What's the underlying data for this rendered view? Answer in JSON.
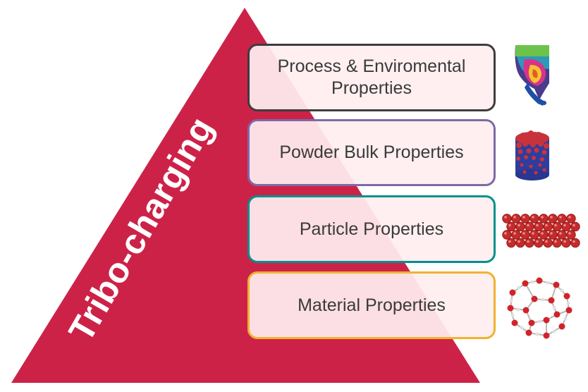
{
  "diagram": {
    "title": "Tribo-charging",
    "accent_color": "#cd2248",
    "levels": [
      {
        "label_line1": "Process & Enviromental",
        "label_line2": "Properties",
        "border_color": "#3d3d3d",
        "icon": "gas-solid-flow-simulation-icon"
      },
      {
        "label_line1": "Powder Bulk Properties",
        "label_line2": "",
        "border_color": "#7d6aa6",
        "icon": "powder-bulk-cylinder-icon"
      },
      {
        "label_line1": "Particle Properties",
        "label_line2": "",
        "border_color": "#00918c",
        "icon": "particle-array-icon"
      },
      {
        "label_line1": "Material Properties",
        "label_line2": "",
        "border_color": "#f0b22e",
        "icon": "molecular-structure-icon"
      }
    ]
  }
}
